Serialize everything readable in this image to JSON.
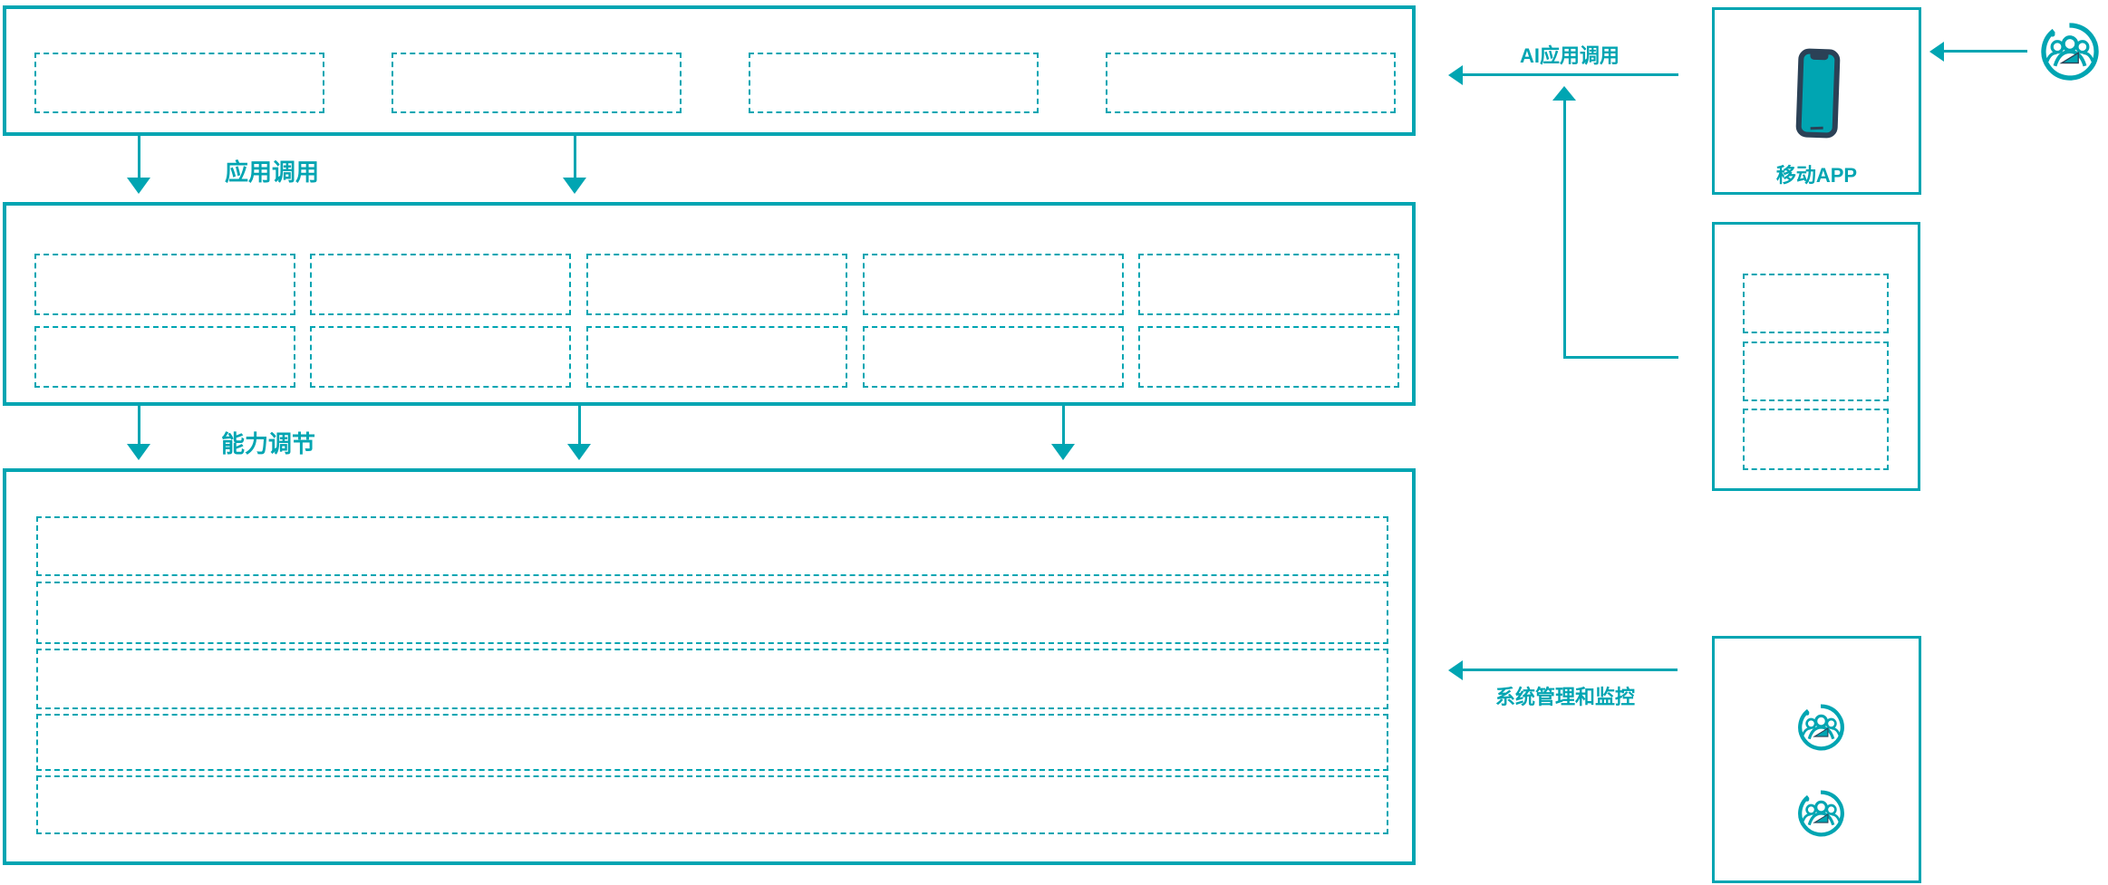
{
  "diagram": {
    "colors": {
      "accent_teal": "#00A5B2",
      "phone_navy": "#2B4156",
      "background": "#FFFFFF"
    },
    "flow_labels": {
      "app_call": "应用调用",
      "capability_adjust": "能力调节",
      "ai_app_call": "AI应用调用",
      "system_monitor": "系统管理和监控"
    },
    "mobile_app": {
      "label": "移动APP",
      "icon": "smartphone-icon"
    },
    "actors": {
      "top_user_icon": "user-group-icon",
      "admin_user_icon_1": "user-group-icon",
      "admin_user_icon_2": "user-group-icon"
    }
  }
}
